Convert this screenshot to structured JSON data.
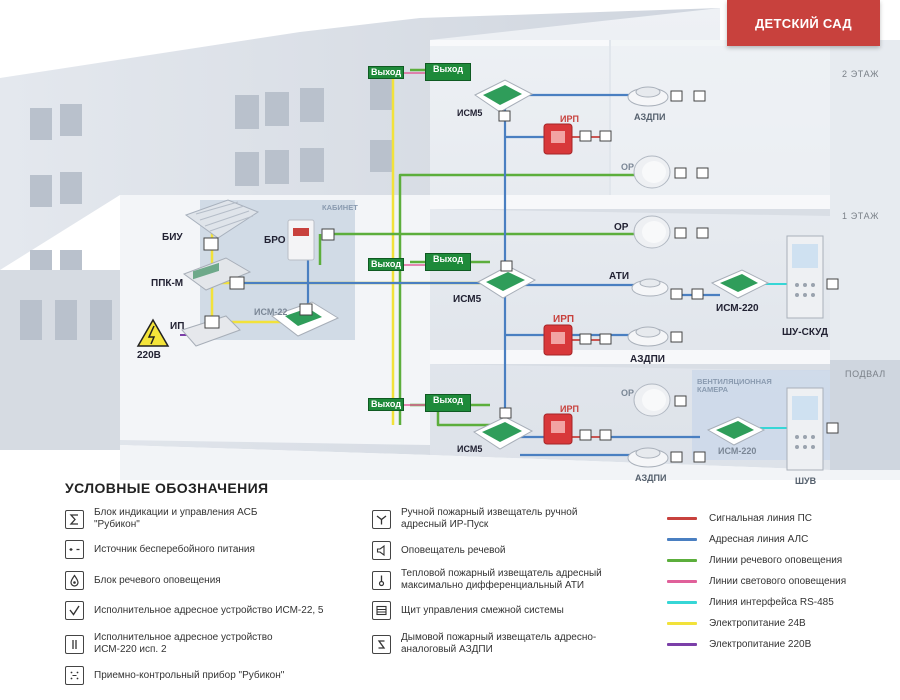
{
  "header": {
    "badge": "ДЕТСКИЙ САД"
  },
  "floors": {
    "second": "2 ЭТАЖ",
    "first": "1 ЭТАЖ",
    "basement": "ПОДВАЛ"
  },
  "rooms": {
    "cabinet": "КАБИНЕТ",
    "ventilation_line1": "ВЕНТИЛЯЦИОННАЯ",
    "ventilation_line2": "КАМЕРА"
  },
  "devices": {
    "biu": "БИУ",
    "bro": "БРО",
    "ppk": "ППК-М",
    "ip": "ИП",
    "v220": "220В",
    "ism22": "ИСМ-22",
    "ism5_top": "ИСМ5",
    "ism5_mid": "ИСМ5",
    "ism5_bot": "ИСМ5",
    "irp_top": "ИРП",
    "irp_mid": "ИРП",
    "irp_bot": "ИРП",
    "azdpi_top": "АЗДПИ",
    "azdpi_mid": "АЗДПИ",
    "azdpi_bot": "АЗДПИ",
    "or_top": "ОР",
    "or_mid": "ОР",
    "or_bot": "ОР",
    "ati": "АТИ",
    "ism220_mid": "ИСМ-220",
    "ism220_bot": "ИСМ-220",
    "shu_skud": "ШУ-СКУД",
    "shuv": "ШУВ"
  },
  "exit_signs": {
    "small": "Выход",
    "large": "Выход"
  },
  "colors": {
    "signal_ps": "#c8413d",
    "address_als": "#4a7fc1",
    "speech": "#5cae3c",
    "light": "#e0609a",
    "rs485": "#36d6d6",
    "power24": "#f2e23a",
    "power220": "#7b3fa8"
  },
  "legend": {
    "title": "УСЛОВНЫЕ ОБОЗНАЧЕНИЯ",
    "col1": [
      {
        "icon": "sigma-icon",
        "text": "Блок индикации и управления АСБ \"Рубикон\""
      },
      {
        "icon": "battery-icon",
        "text": "Источник бесперебойного питания"
      },
      {
        "icon": "drop-icon",
        "text": "Блок речевого оповещения"
      },
      {
        "icon": "check-icon",
        "text": "Исполнительное адресное устройство ИСМ-22, 5"
      },
      {
        "icon": "double-bar-icon",
        "text": "Исполнительное адресное устройство ИСМ-220 исп. 2"
      },
      {
        "icon": "grid-dots-icon",
        "text": "Приемно-контрольный прибор \"Рубикон\""
      }
    ],
    "col2": [
      {
        "icon": "manual-call-icon",
        "text": "Ручной пожарный извещатель ручной адресный ИР-Пуск"
      },
      {
        "icon": "speaker-icon",
        "text": "Оповещатель речевой"
      },
      {
        "icon": "thermometer-icon",
        "text": "Тепловой пожарный извещатель адресный максимально дифференциальный АТИ"
      },
      {
        "icon": "panel-icon",
        "text": "Щит управления смежной системы"
      },
      {
        "icon": "smoke-s-icon",
        "text": "Дымовой пожарный извещатель адресно-аналоговый АЗДПИ"
      }
    ],
    "lines": [
      {
        "color_key": "signal_ps",
        "text": "Сигнальная линия ПС"
      },
      {
        "color_key": "address_als",
        "text": "Адресная линия АЛС"
      },
      {
        "color_key": "speech",
        "text": "Линии речевого оповещения"
      },
      {
        "color_key": "light",
        "text": "Линии светового оповещения"
      },
      {
        "color_key": "rs485",
        "text": "Линия интерфейса RS-485"
      },
      {
        "color_key": "power24",
        "text": "Электропитание 24В"
      },
      {
        "color_key": "power220",
        "text": "Электропитание 220В"
      }
    ]
  }
}
